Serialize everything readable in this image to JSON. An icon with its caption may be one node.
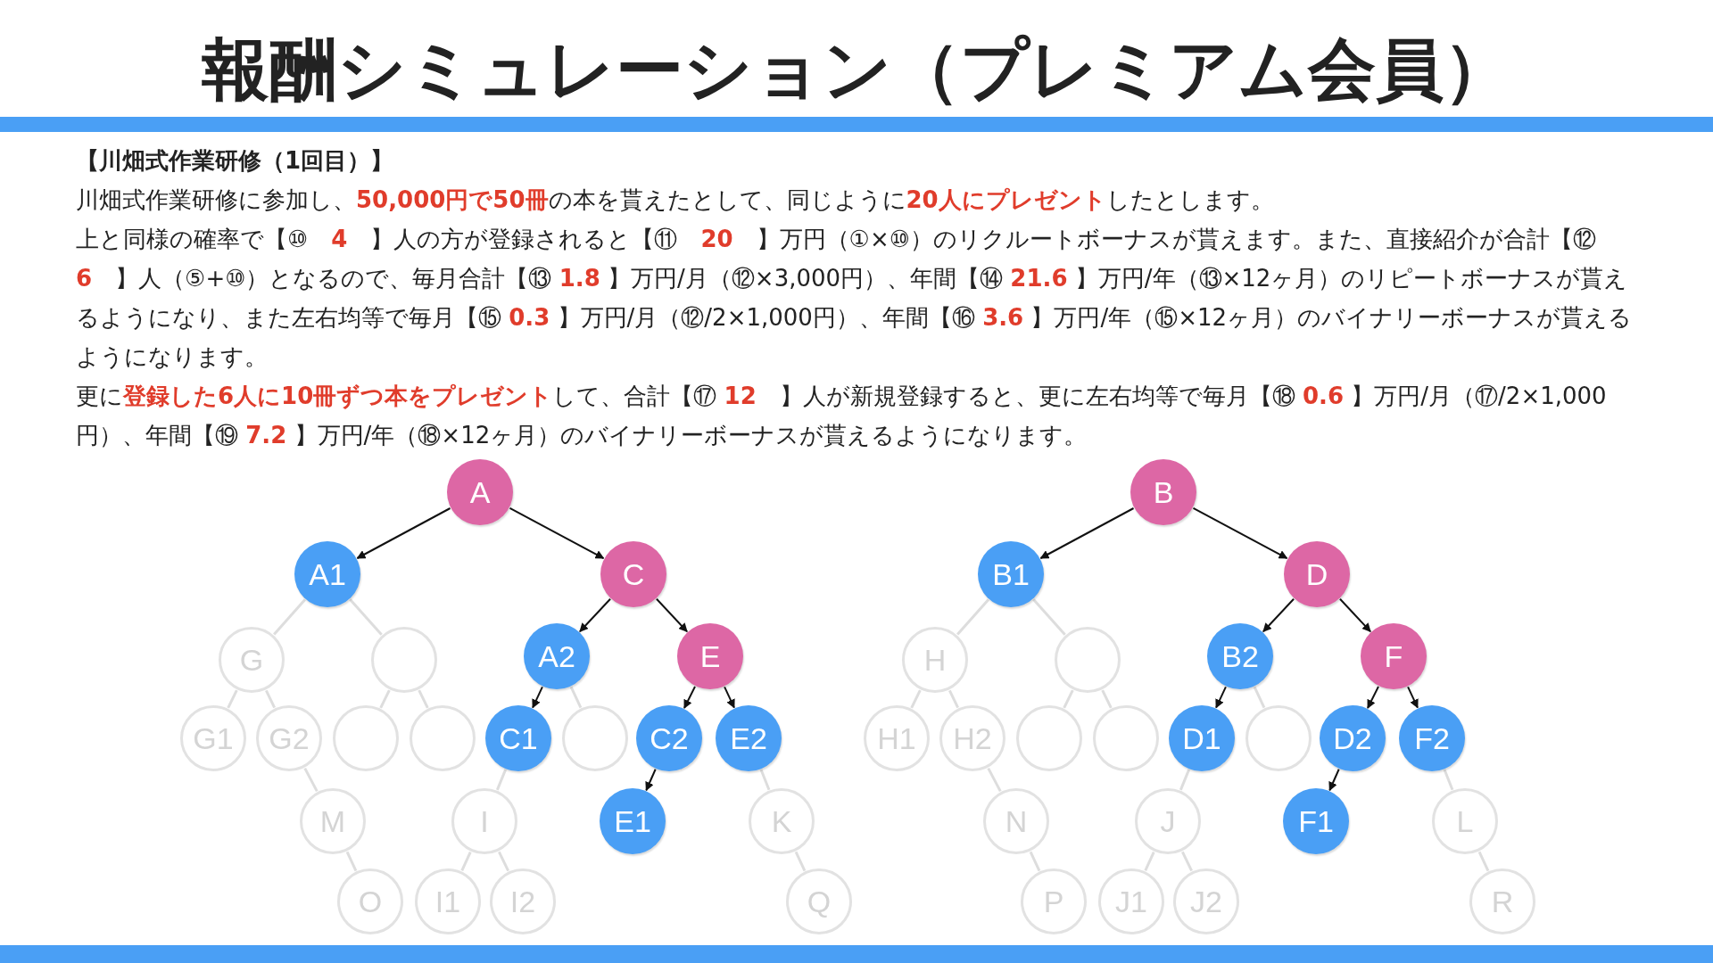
{
  "diagram": {
    "title": "報酬シミュレーション（プレミアム会員）",
    "labels": [
      "【川畑式作業研修（1回目）】",
      "川畑式作業研修に参加し、**50,000円で50冊**の本を貰えたとして、同じように**20人にプレゼント**したとします。",
      "上と同様の確率で【⑩　**4**　】人の方が登録されると【⑪　**20**　】万円（①×⑩）のリクルートボーナスが貰えます。また、直接紹介が合計【⑫　**6**　】人（⑤+⑩）となるので、毎月合計【⑬ **1.8** 】万円/月（⑫×3,000円）、年間【⑭ **21.6** 】万円/年（⑬×12ヶ月）のリピートボーナスが貰えるようになり、また左右均等で毎月【⑮ **0.3** 】万円/月（⑫/2×1,000円）、年間【⑯ **3.6** 】万円/年（⑮×12ヶ月）のバイナリーボーナスが貰えるようになります。",
      "更に**登録した6人に10冊ずつ本をプレゼント**して、合計【⑰ **12**　】人が新規登録すると、更に左右均等で毎月【⑱ **0.6** 】万円/月（⑰/2×1,000円）、年間【⑲ **7.2** 】万円/年（⑱×12ヶ月）のバイナリーボーナスが貰えるようになります。"
    ],
    "nodes": [
      {
        "text": [
          "A"
        ]
      },
      {
        "text": [
          "A1"
        ]
      },
      {
        "text": [
          "C"
        ]
      },
      {
        "text": [
          "G"
        ]
      },
      {
        "text": [],
        "shape": "circle"
      },
      {
        "text": [
          "A2"
        ]
      },
      {
        "text": [
          "E"
        ]
      },
      {
        "text": [
          "G1"
        ]
      },
      {
        "text": [
          "G2"
        ]
      },
      {
        "text": [],
        "shape": "circle"
      },
      {
        "text": [],
        "shape": "circle"
      },
      {
        "text": [
          "C1"
        ]
      },
      {
        "text": [],
        "shape": "circle"
      },
      {
        "text": [
          "C2"
        ]
      },
      {
        "text": [
          "E2"
        ]
      },
      {
        "text": [
          "M"
        ]
      },
      {
        "text": [
          "I"
        ]
      },
      {
        "text": [
          "E1"
        ]
      },
      {
        "text": [
          "K"
        ]
      },
      {
        "text": [
          "O"
        ]
      },
      {
        "text": [
          "I1"
        ]
      },
      {
        "text": [
          "I2"
        ]
      },
      {
        "text": [
          "Q"
        ]
      },
      {
        "text": [
          "B"
        ]
      },
      {
        "text": [
          "B1"
        ]
      },
      {
        "text": [
          "D"
        ]
      },
      {
        "text": [
          "H"
        ]
      },
      {
        "text": [],
        "shape": "circle"
      },
      {
        "text": [
          "B2"
        ]
      },
      {
        "text": [
          "F"
        ]
      },
      {
        "text": [
          "H1"
        ]
      },
      {
        "text": [
          "H2"
        ]
      },
      {
        "text": [],
        "shape": "circle"
      },
      {
        "text": [],
        "shape": "circle"
      },
      {
        "text": [
          "D1"
        ]
      },
      {
        "text": [],
        "shape": "circle"
      },
      {
        "text": [
          "D2"
        ]
      },
      {
        "text": [
          "F2"
        ]
      },
      {
        "text": [
          "N"
        ]
      },
      {
        "text": [
          "J"
        ]
      },
      {
        "text": [
          "F1"
        ]
      },
      {
        "text": [
          "L"
        ]
      },
      {
        "text": [
          "P"
        ]
      },
      {
        "text": [
          "J1"
        ]
      },
      {
        "text": [
          "J2"
        ]
      },
      {
        "text": [
          "R"
        ]
      }
    ],
    "edges": [
      {
        "from": 0,
        "to": 1,
        "arrow": "to",
        "color": "#111111"
      },
      {
        "from": 0,
        "to": 2,
        "arrow": "to",
        "color": "#111111"
      },
      {
        "from": 1,
        "to": 3,
        "arrow": "none"
      },
      {
        "from": 1,
        "to": 4,
        "arrow": "none"
      },
      {
        "from": 2,
        "to": 5,
        "arrow": "to",
        "color": "#111111"
      },
      {
        "from": 2,
        "to": 6,
        "arrow": "to",
        "color": "#111111"
      },
      {
        "from": 3,
        "to": 7,
        "arrow": "none"
      },
      {
        "from": 3,
        "to": 8,
        "arrow": "none"
      },
      {
        "from": 4,
        "to": 9,
        "arrow": "none"
      },
      {
        "from": 4,
        "to": 10,
        "arrow": "none"
      },
      {
        "from": 5,
        "to": 11,
        "arrow": "to",
        "color": "#111111"
      },
      {
        "from": 5,
        "to": 12,
        "arrow": "none"
      },
      {
        "from": 6,
        "to": 13,
        "arrow": "to",
        "color": "#111111"
      },
      {
        "from": 6,
        "to": 14,
        "arrow": "to",
        "color": "#111111"
      },
      {
        "from": 8,
        "to": 15,
        "arrow": "none"
      },
      {
        "from": 11,
        "to": 16,
        "arrow": "none"
      },
      {
        "from": 13,
        "to": 17,
        "arrow": "to",
        "color": "#111111"
      },
      {
        "from": 14,
        "to": 18,
        "arrow": "none"
      },
      {
        "from": 15,
        "to": 19,
        "arrow": "none"
      },
      {
        "from": 16,
        "to": 20,
        "arrow": "none"
      },
      {
        "from": 16,
        "to": 21,
        "arrow": "none"
      },
      {
        "from": 18,
        "to": 22,
        "arrow": "none"
      },
      {
        "from": 23,
        "to": 24,
        "arrow": "to",
        "color": "#111111"
      },
      {
        "from": 23,
        "to": 25,
        "arrow": "to",
        "color": "#111111"
      },
      {
        "from": 24,
        "to": 26,
        "arrow": "none"
      },
      {
        "from": 24,
        "to": 27,
        "arrow": "none"
      },
      {
        "from": 25,
        "to": 28,
        "arrow": "to",
        "color": "#111111"
      },
      {
        "from": 25,
        "to": 29,
        "arrow": "to",
        "color": "#111111"
      },
      {
        "from": 26,
        "to": 30,
        "arrow": "none"
      },
      {
        "from": 26,
        "to": 31,
        "arrow": "none"
      },
      {
        "from": 27,
        "to": 32,
        "arrow": "none"
      },
      {
        "from": 27,
        "to": 33,
        "arrow": "none"
      },
      {
        "from": 28,
        "to": 34,
        "arrow": "to",
        "color": "#111111"
      },
      {
        "from": 28,
        "to": 35,
        "arrow": "none"
      },
      {
        "from": 29,
        "to": 36,
        "arrow": "to",
        "color": "#111111"
      },
      {
        "from": 29,
        "to": 37,
        "arrow": "to",
        "color": "#111111"
      },
      {
        "from": 31,
        "to": 38,
        "arrow": "none"
      },
      {
        "from": 34,
        "to": 39,
        "arrow": "none"
      },
      {
        "from": 36,
        "to": 40,
        "arrow": "to",
        "color": "#111111"
      },
      {
        "from": 37,
        "to": 41,
        "arrow": "none"
      },
      {
        "from": 38,
        "to": 42,
        "arrow": "none"
      },
      {
        "from": 39,
        "to": 43,
        "arrow": "none"
      },
      {
        "from": 39,
        "to": 44,
        "arrow": "none"
      },
      {
        "from": 41,
        "to": 45,
        "arrow": "none"
      }
    ]
  }
}
